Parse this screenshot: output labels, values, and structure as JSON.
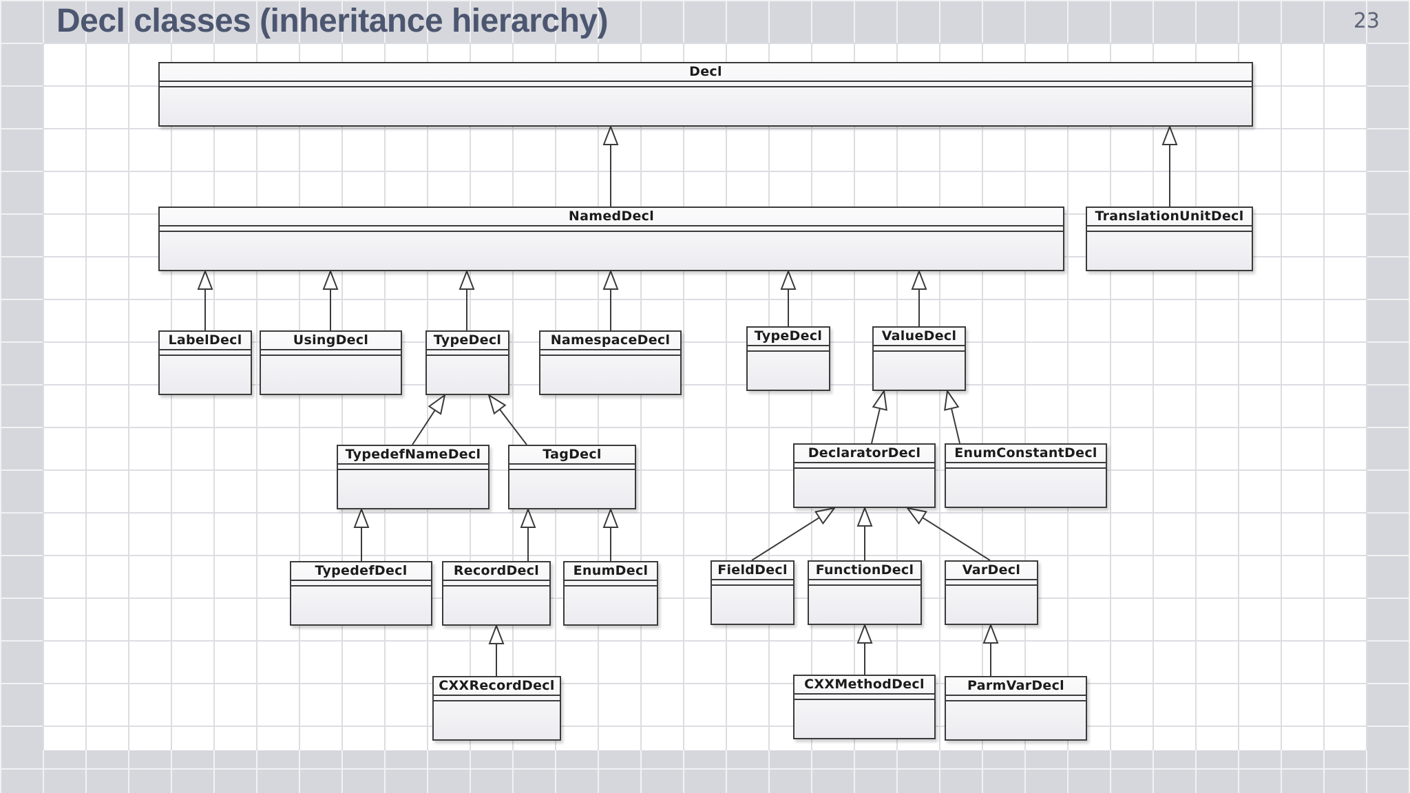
{
  "slide": {
    "title": "Decl classes (inheritance hierarchy)",
    "number": "23"
  },
  "diagram": {
    "classes": {
      "decl": "Decl",
      "named_decl": "NamedDecl",
      "translation_unit_decl": "TranslationUnitDecl",
      "label_decl": "LabelDecl",
      "using_decl": "UsingDecl",
      "type_decl_a": "TypeDecl",
      "namespace_decl": "NamespaceDecl",
      "type_decl_b": "TypeDecl",
      "value_decl": "ValueDecl",
      "typedef_name_decl": "TypedefNameDecl",
      "tag_decl": "TagDecl",
      "declarator_decl": "DeclaratorDecl",
      "enum_constant_decl": "EnumConstantDecl",
      "typedef_decl": "TypedefDecl",
      "record_decl": "RecordDecl",
      "enum_decl": "EnumDecl",
      "field_decl": "FieldDecl",
      "function_decl": "FunctionDecl",
      "var_decl": "VarDecl",
      "cxx_record_decl": "CXXRecordDecl",
      "cxx_method_decl": "CXXMethodDecl",
      "parm_var_decl": "ParmVarDecl"
    },
    "inheritance": [
      [
        "named_decl",
        "decl"
      ],
      [
        "translation_unit_decl",
        "decl"
      ],
      [
        "label_decl",
        "named_decl"
      ],
      [
        "using_decl",
        "named_decl"
      ],
      [
        "type_decl_a",
        "named_decl"
      ],
      [
        "namespace_decl",
        "named_decl"
      ],
      [
        "type_decl_b",
        "named_decl"
      ],
      [
        "value_decl",
        "named_decl"
      ],
      [
        "typedef_name_decl",
        "type_decl_a"
      ],
      [
        "tag_decl",
        "type_decl_a"
      ],
      [
        "declarator_decl",
        "value_decl"
      ],
      [
        "enum_constant_decl",
        "value_decl"
      ],
      [
        "typedef_decl",
        "typedef_name_decl"
      ],
      [
        "record_decl",
        "tag_decl"
      ],
      [
        "enum_decl",
        "tag_decl"
      ],
      [
        "field_decl",
        "declarator_decl"
      ],
      [
        "function_decl",
        "declarator_decl"
      ],
      [
        "var_decl",
        "declarator_decl"
      ],
      [
        "cxx_record_decl",
        "record_decl"
      ],
      [
        "cxx_method_decl",
        "function_decl"
      ],
      [
        "parm_var_decl",
        "var_decl"
      ]
    ]
  }
}
